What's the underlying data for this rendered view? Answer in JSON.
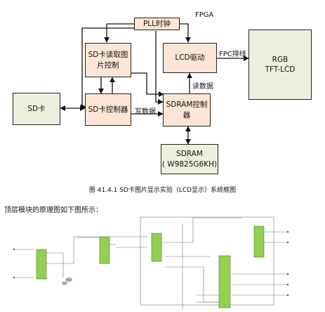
{
  "diagram": {
    "fpga_label": "FPGA",
    "pll": "PLL时钟",
    "sd_read": "SD卡读取图\n片控制",
    "lcd_drv": "LCD驱动",
    "sd_ctrl": "SD卡控制器",
    "sdram_ctrl": "SDRAM控制\n器",
    "sd_card": "SD卡",
    "rgb_lcd": "RGB\nTFT-LCD",
    "sdram": "SDRAM\n( W9825G6KH)",
    "edge_fpc": "FPC排线",
    "edge_read": "读数据",
    "edge_write": "写数据"
  },
  "caption": "图 41.4.1 SD卡图片显示实验（LCD显示）系统框图",
  "body_text": "顶层模块的原理图如下图所示："
}
